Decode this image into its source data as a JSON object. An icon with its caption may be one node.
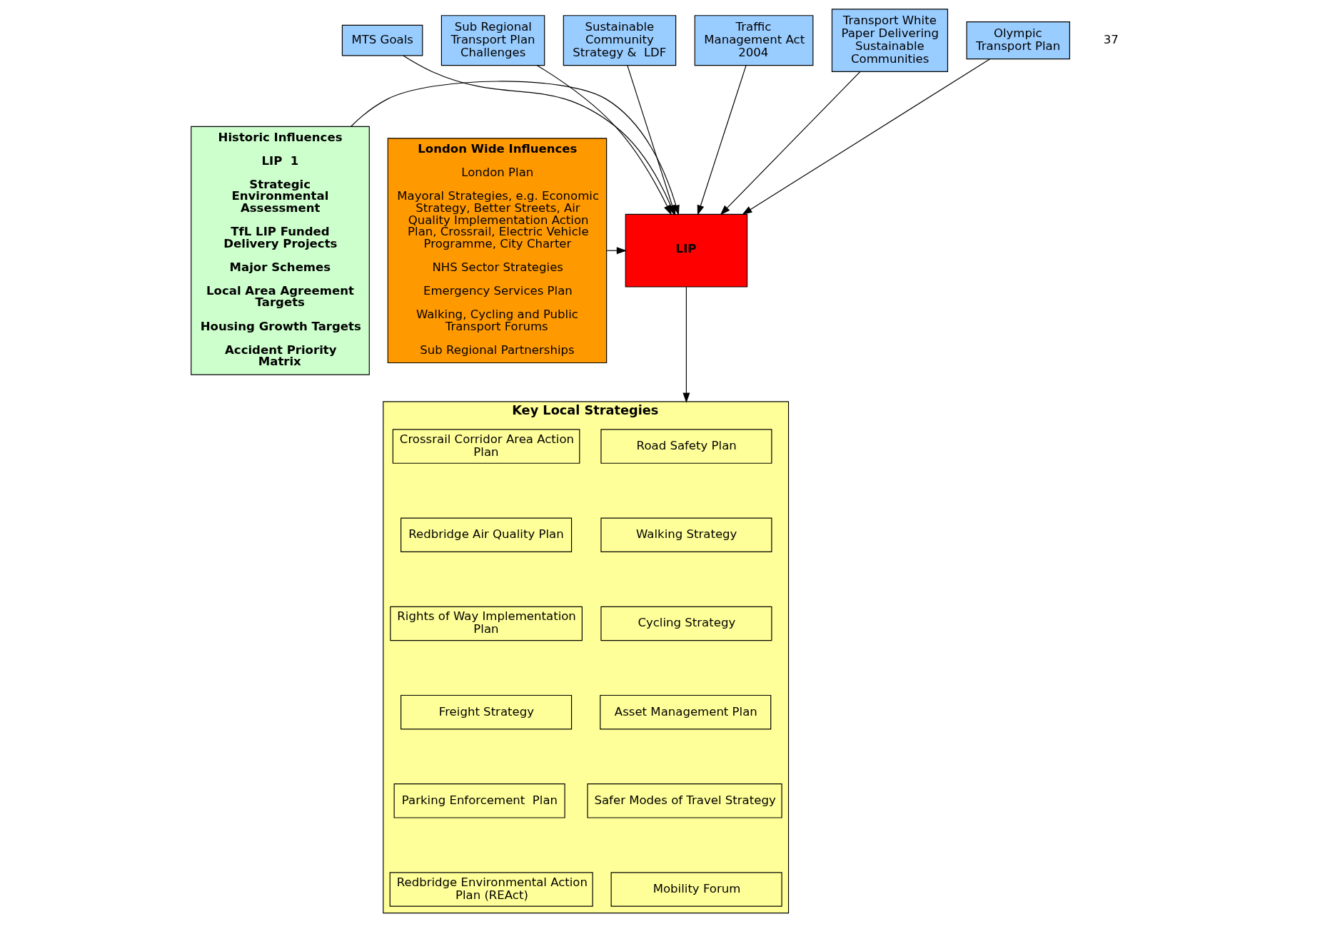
{
  "diagram": {
    "nodes": [
      {
        "text": [
          "MTS Goals"
        ]
      },
      {
        "text": [
          "Sub Regional Transport Plan Challenges"
        ]
      },
      {
        "text": [
          "Sustainable Community Strategy &  LDF"
        ]
      },
      {
        "text": [
          "Traffic Management Act 2004"
        ]
      },
      {
        "text": [
          "Transport White Paper Delivering Sustainable Communities"
        ]
      },
      {
        "text": [
          "Olympic Transport Plan"
        ]
      },
      {
        "text": [
          "Historic Influences",
          "LIP  1",
          "Strategic Environmental Assessment",
          "TfL LIP Funded Delivery Projects",
          "Major Schemes",
          "Local Area Agreement Targets",
          "Housing Growth Targets",
          "Accident Priority Matrix"
        ]
      },
      {
        "text": [
          "LIP"
        ]
      },
      {
        "text": [
          "London Wide Influences",
          "London Plan",
          "Mayoral Strategies, e.g. Economic Strategy, Better Streets, Air Quality Implementation Action Plan, Crossrail, Electric Vehicle Programme, City Charter",
          "NHS Sector Strategies",
          "Emergency Services Plan",
          "Walking, Cycling and Public Transport Forums",
          "Sub Regional Partnerships"
        ]
      },
      {
        "text": [
          "Key Local Strategies"
        ]
      },
      {
        "text": [
          "Road Safety Plan"
        ],
        "in": 9
      },
      {
        "text": [
          "Crossrail Corridor Area Action Plan"
        ],
        "in": 9
      },
      {
        "text": [
          "Walking Strategy"
        ],
        "in": 9
      },
      {
        "text": [
          "Redbridge Air Quality Plan"
        ],
        "in": 9
      },
      {
        "text": [
          "Cycling Strategy"
        ],
        "in": 9
      },
      {
        "text": [
          "Rights of Way Implementation Plan"
        ],
        "in": 9
      },
      {
        "text": [
          "Asset Management Plan"
        ],
        "in": 9
      },
      {
        "text": [
          "Freight Strategy"
        ],
        "in": 9
      },
      {
        "text": [
          "Safer Modes of Travel Strategy"
        ],
        "in": 9
      },
      {
        "text": [
          "Parking Enforcement  Plan"
        ],
        "in": 9
      },
      {
        "text": [
          "Mobility Forum"
        ],
        "in": 9
      },
      {
        "text": [
          "Redbridge Environmental Action Plan (REAct)"
        ],
        "in": 9
      }
    ],
    "edges": [
      {
        "from": 0,
        "to": 7,
        "arrow": "to"
      },
      {
        "from": 1,
        "to": 7,
        "arrow": "to"
      },
      {
        "from": 2,
        "to": 7,
        "arrow": "to"
      },
      {
        "from": 3,
        "to": 7,
        "arrow": "to"
      },
      {
        "from": 4,
        "to": 7,
        "arrow": "to"
      },
      {
        "from": 5,
        "to": 7,
        "arrow": "to"
      },
      {
        "from": 6,
        "to": 7,
        "arrow": "to"
      },
      {
        "from": 8,
        "to": 7,
        "arrow": "to"
      },
      {
        "from": 7,
        "to": 9,
        "arrow": "to"
      }
    ],
    "labels": [
      "37"
    ]
  }
}
